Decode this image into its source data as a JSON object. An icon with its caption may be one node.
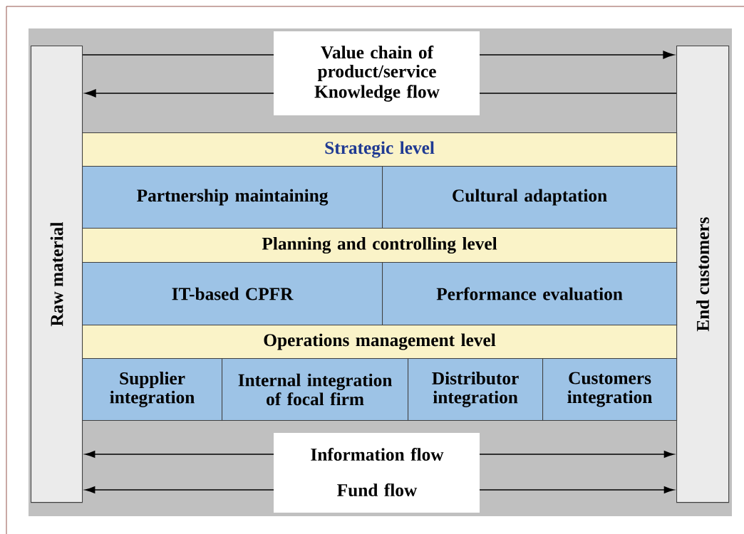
{
  "diagram": {
    "nodes": [
      {
        "text": [
          "Raw material"
        ]
      },
      {
        "text": [
          "End customers"
        ]
      },
      {
        "text": [
          "Strategic level"
        ]
      },
      {
        "text": [
          "Partnership maintaining"
        ]
      },
      {
        "text": [
          "Cultural adaptation"
        ]
      },
      {
        "text": [
          "Planning and controlling level"
        ]
      },
      {
        "text": [
          "IT-based CPFR"
        ]
      },
      {
        "text": [
          "Performance evaluation"
        ]
      },
      {
        "text": [
          "Operations management level"
        ]
      },
      {
        "text": [
          "Supplier integration"
        ]
      },
      {
        "text": [
          "Internal integration of focal firm"
        ]
      },
      {
        "text": [
          "Distributor integration"
        ]
      },
      {
        "text": [
          "Customers integration"
        ]
      }
    ],
    "edges": [
      {
        "from": 0,
        "to": 1,
        "arrow": "to",
        "label": "Value chain of product/service"
      },
      {
        "from": 1,
        "to": 0,
        "arrow": "to",
        "label": "Knowledge flow"
      },
      {
        "from": 0,
        "to": 1,
        "arrow": "both",
        "label": "Information flow"
      },
      {
        "from": 0,
        "to": 1,
        "arrow": "both",
        "label": "Fund flow"
      }
    ]
  }
}
